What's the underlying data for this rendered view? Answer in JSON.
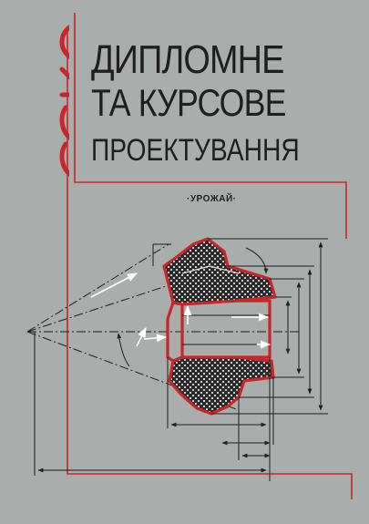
{
  "cover": {
    "series_logo": "ЕСКО",
    "title_lines": [
      "ДИПЛОМНЕ",
      "ТА КУРСОВЕ",
      "ПРОЕКТУВАННЯ"
    ],
    "publisher": "·УРОЖАЙ·",
    "colors": {
      "background": "#a9aeac",
      "accent_red": "#c8262b",
      "ink": "#1f1f1f",
      "highlight": "#ffffff"
    },
    "illustration": "bevel-gear-technical-drawing"
  }
}
